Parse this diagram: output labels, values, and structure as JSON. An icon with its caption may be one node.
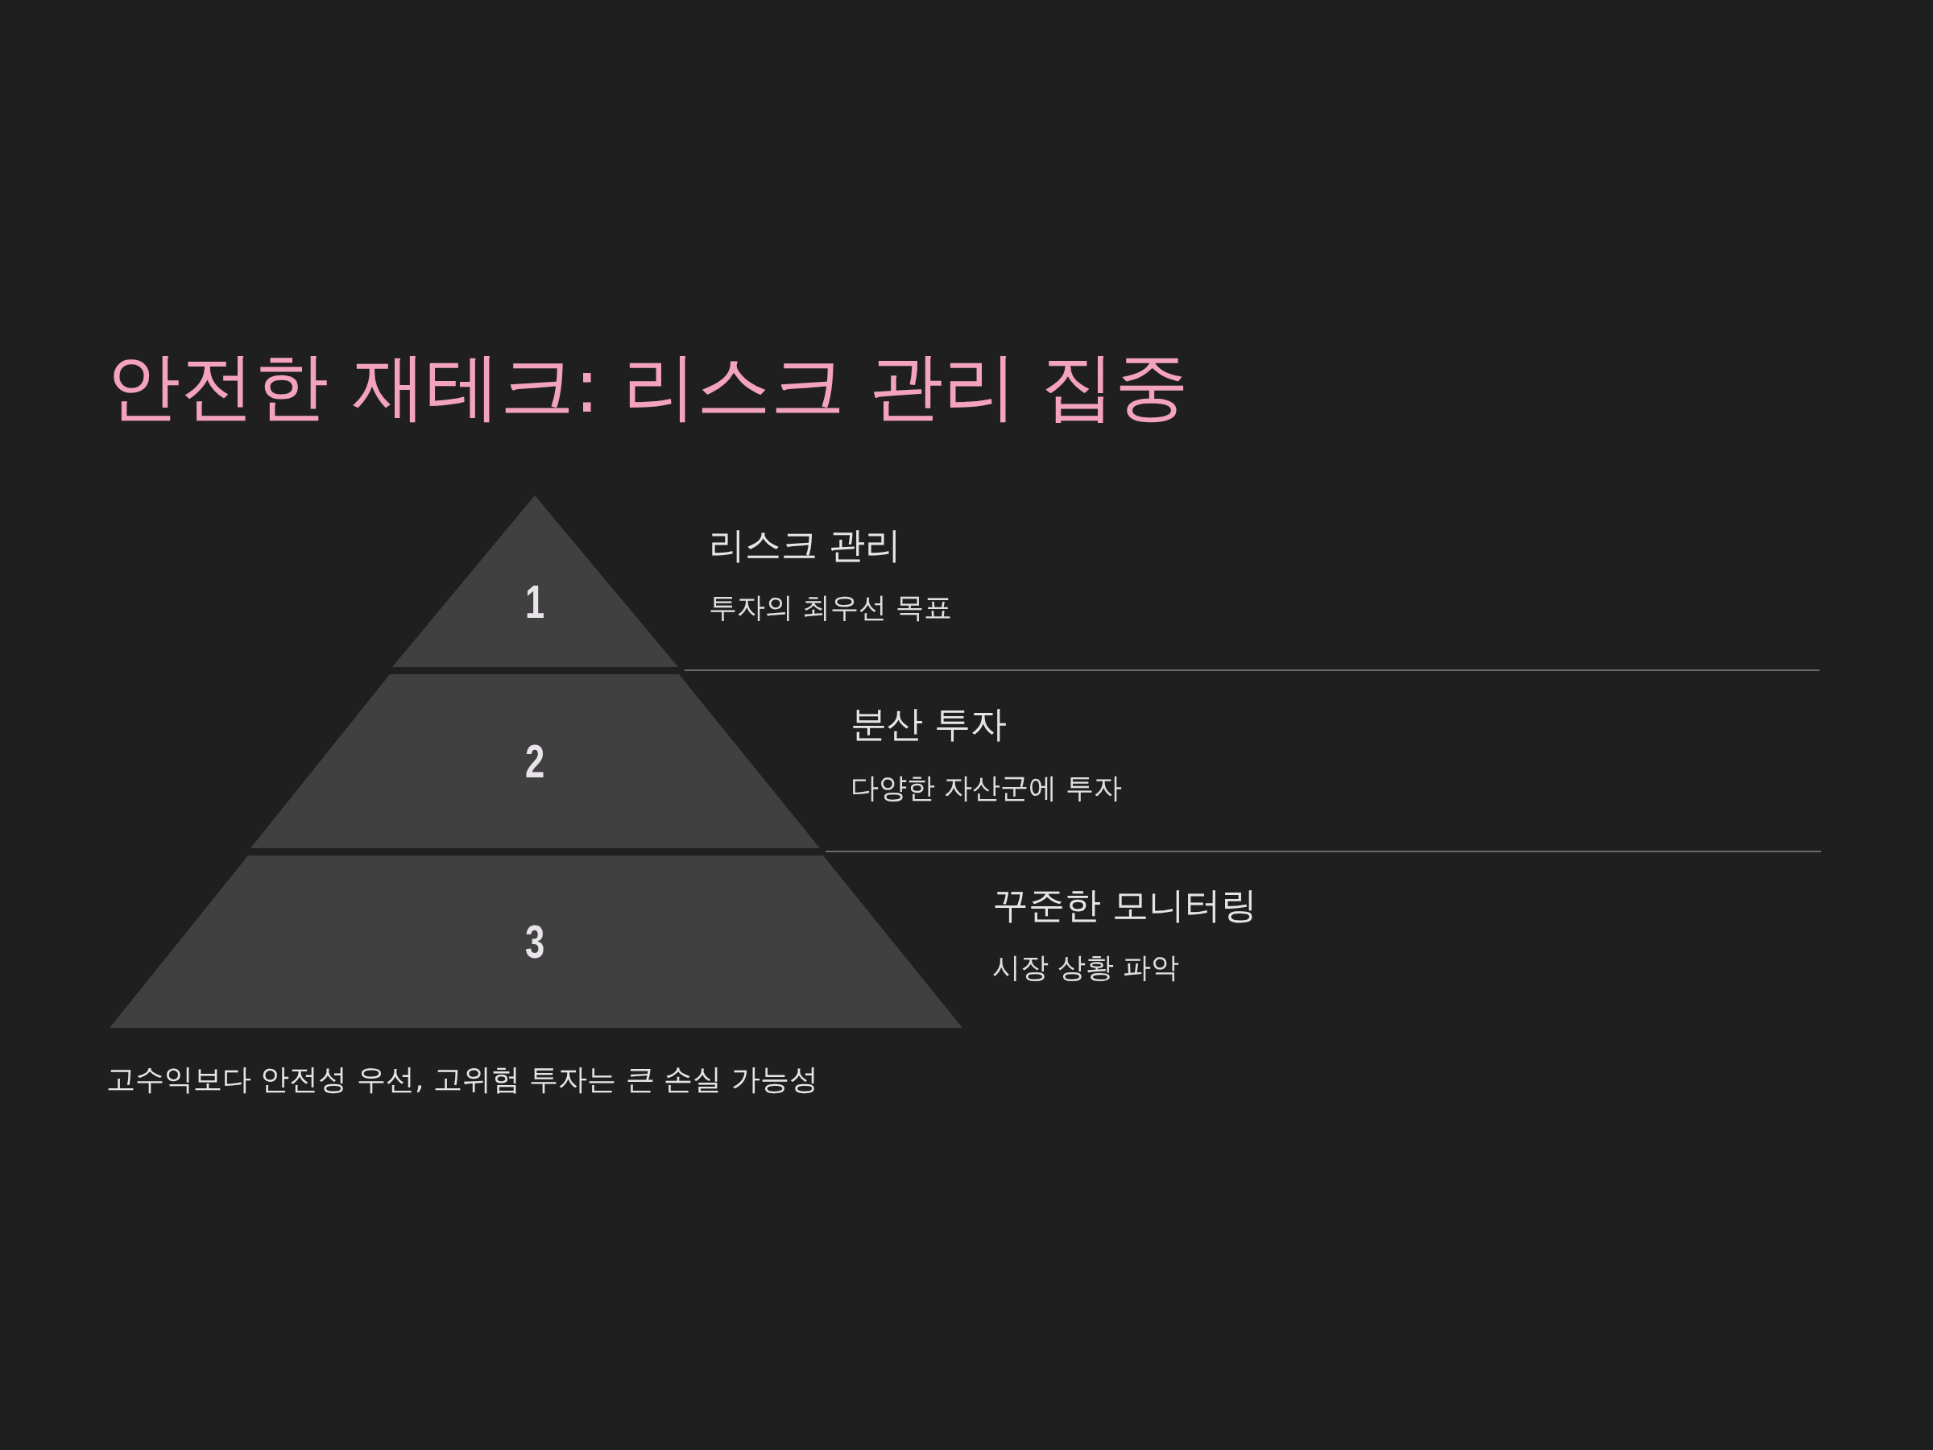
{
  "diagram": {
    "title": "안전한 재테크: 리스크 관리 집중",
    "caption": "고수익보다 안전성 우선, 고위험 투자는 큰 손실 가능성",
    "nodes": [
      {
        "text": [
          "1"
        ],
        "beside": [
          "리스크 관리",
          "투자의 최우선 목표"
        ]
      },
      {
        "text": [
          "2"
        ],
        "beside": [
          "분산 투자",
          "다양한 자산군에 투자"
        ]
      },
      {
        "text": [
          "3"
        ],
        "beside": [
          "꾸준한 모니터링",
          "시장 상황 파악"
        ]
      }
    ]
  }
}
